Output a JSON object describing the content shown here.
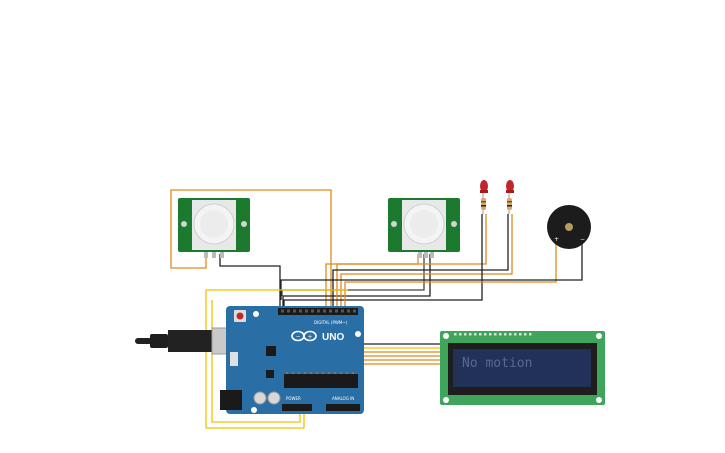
{
  "lcd": {
    "text": "No motion"
  },
  "arduino": {
    "model_label": "UNO",
    "digital_label": "DIGITAL (PWM~)",
    "power_label": "POWER",
    "analog_label": "ANALOG IN"
  },
  "colors": {
    "board_blue": "#2a6ea6",
    "pcb_green": "#1b7a2e",
    "lcd_green": "#3fa55b",
    "lcd_screen": "#223158",
    "lcd_text": "#55698f",
    "wire_orange": "#e08a1e",
    "wire_yellow": "#f2c200",
    "wire_black": "#222222",
    "led_red": "#c0262a",
    "buzzer_black": "#1c1c1c"
  },
  "components": {
    "pir_sensors": 2,
    "leds": 2,
    "buzzer": 1,
    "lcd": 1,
    "arduino": 1
  }
}
